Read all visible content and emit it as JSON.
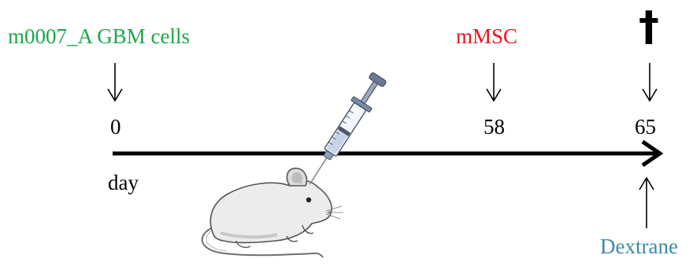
{
  "timeline": {
    "unit_label": "day",
    "ticks": [
      "0",
      "58",
      "65"
    ]
  },
  "events": {
    "gbm_label": "m0007_A GBM cells",
    "msc_label": "mMSC",
    "endpoint_symbol": "†",
    "dextrane_label": "Dextrane"
  },
  "colors": {
    "gbm": "#1aa84a",
    "msc": "#e8141b",
    "dextrane": "#3d8aa6",
    "axis": "#000000"
  },
  "icons": [
    "down-arrow-icon",
    "up-arrow-icon",
    "syringe-icon",
    "mouse-icon",
    "dagger-icon"
  ]
}
